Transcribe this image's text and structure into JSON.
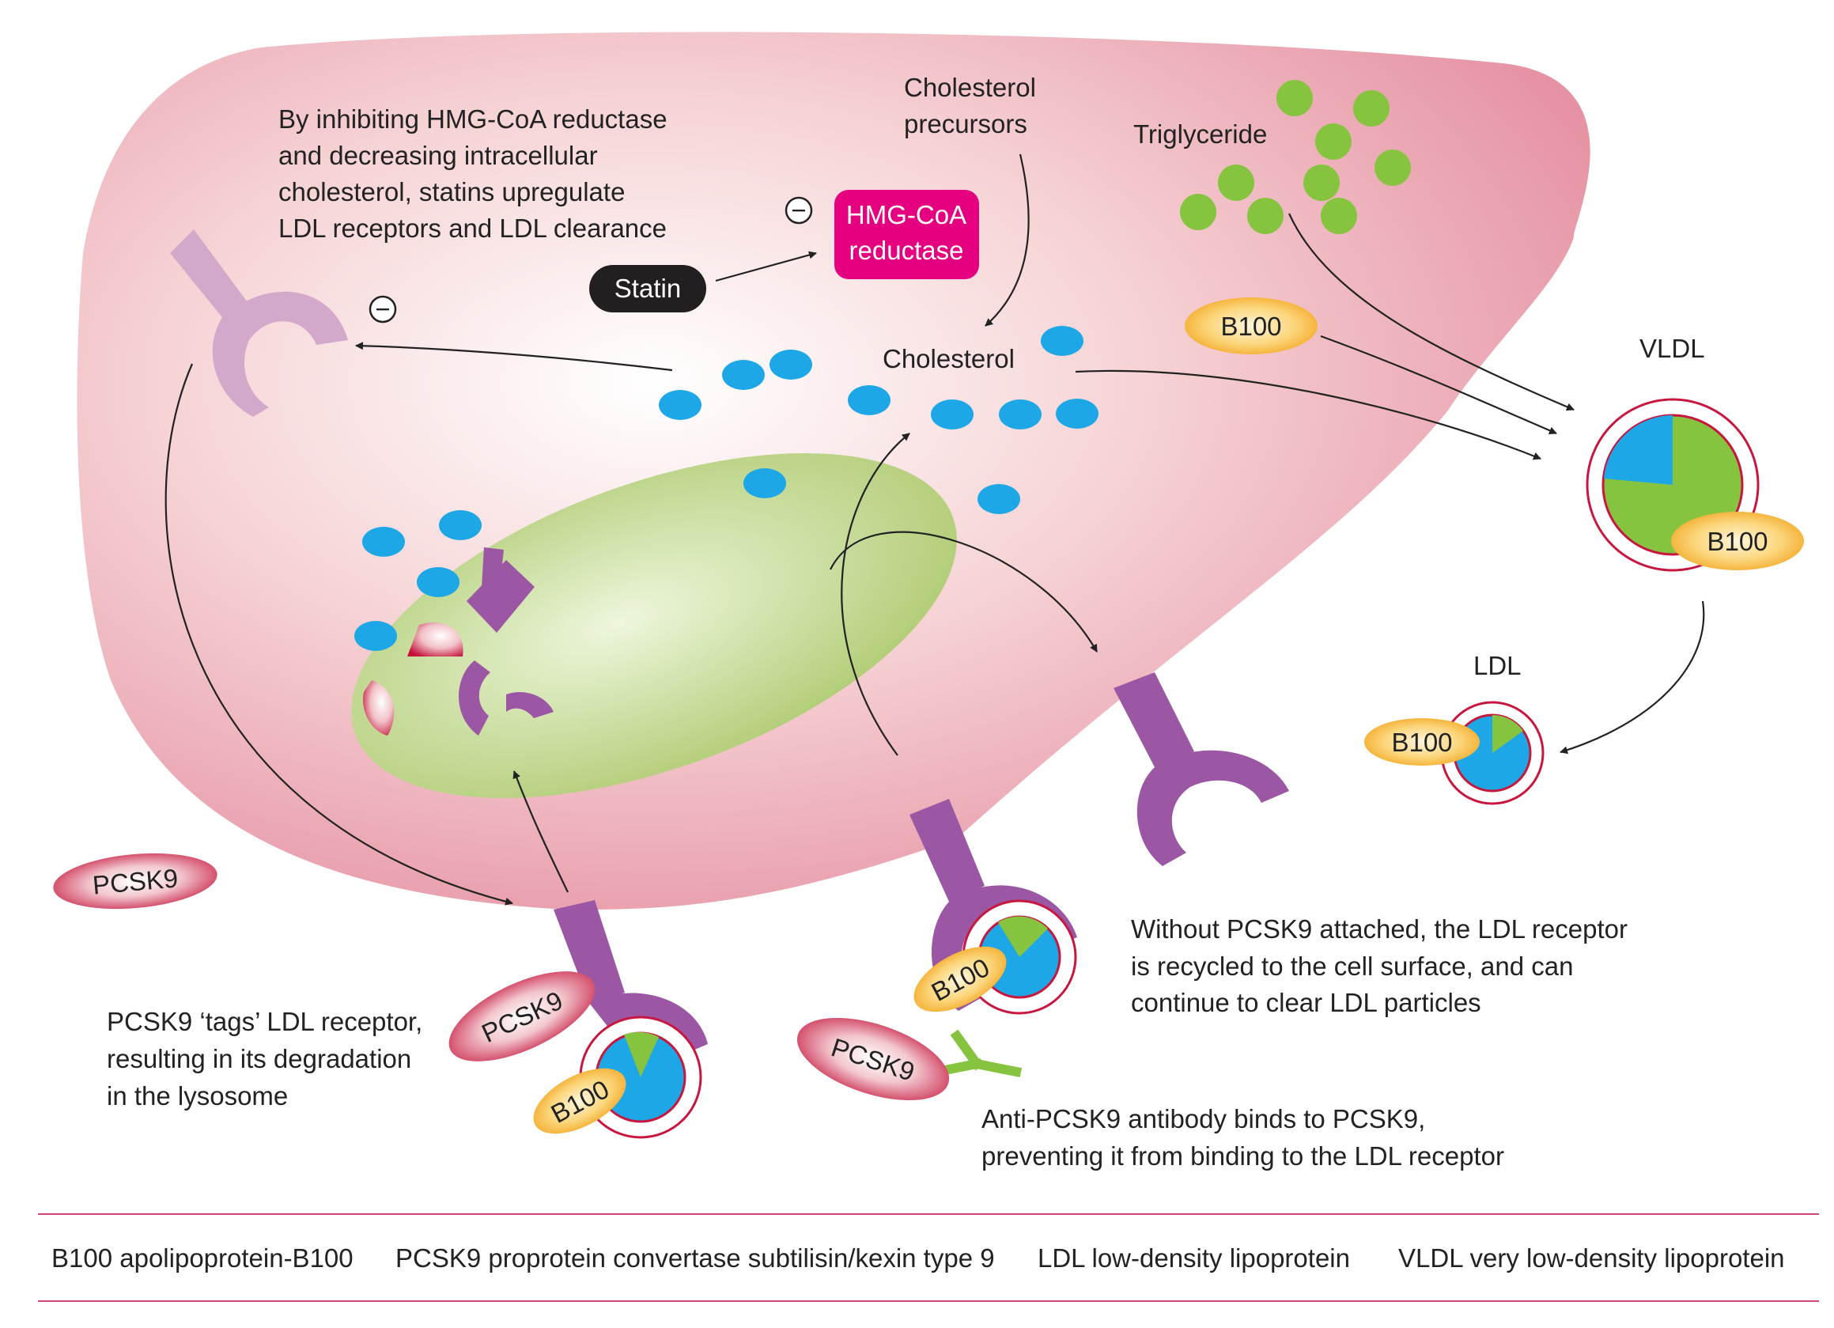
{
  "captions": {
    "statin_note": [
      "By inhibiting HMG-CoA reductase",
      "and decreasing intracellular",
      "cholesterol, statins upregulate",
      "LDL receptors and LDL clearance"
    ],
    "cholesterol_precursors": [
      "Cholesterol",
      "precursors"
    ],
    "triglyceride": "Triglyceride",
    "cholesterol": "Cholesterol",
    "vldl": "VLDL",
    "ldl": "LDL",
    "pcsk9_tags": [
      "PCSK9 ‘tags’ LDL receptor,",
      "resulting in its degradation",
      "in the lysosome"
    ],
    "recycled": [
      "Without PCSK9 attached, the LDL receptor",
      "is recycled to the cell surface, and can",
      "continue to clear LDL particles"
    ],
    "antibody": [
      "Anti-PCSK9 antibody binds to PCSK9,",
      "preventing it from binding to the LDL receptor"
    ]
  },
  "pills": {
    "statin": "Statin",
    "hmg_coa": [
      "HMG-CoA",
      "reductase"
    ],
    "b100": "B100",
    "pcsk9": "PCSK9"
  },
  "symbols": {
    "minus": "−"
  },
  "legend": [
    "B100 apolipoprotein-B100",
    "PCSK9 proprotein convertase subtilisin/kexin type 9",
    "LDL low-density lipoprotein",
    "VLDL very low-density lipoprotein"
  ],
  "colors": {
    "cell": "#e8a0ad",
    "lysosome": "#b5d27a",
    "cholesterol_dot": "#1ea7e6",
    "triglyceride_dot": "#86c440",
    "receptor": "#9b57a4",
    "receptor_faded": "#d3a9cb",
    "hmg_coa": "#e4007f",
    "statin": "#231f20",
    "b100": "#f3a82b",
    "pcsk9": "#c8173f",
    "rule": "#d0467a"
  }
}
